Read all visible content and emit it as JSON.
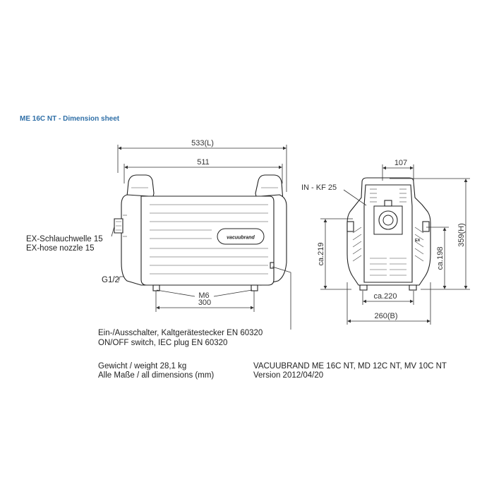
{
  "heading": "ME 16C NT - Dimension sheet",
  "dimensions": {
    "overall_length": "533(L)",
    "body_length": "511",
    "foot_thread": "M6",
    "foot_spacing": "300",
    "front_width": "107",
    "inlet_height": "ca.219",
    "switch_height": "ca.198",
    "overall_height": "359(H)",
    "foot_width": "ca.220",
    "overall_width": "260(B)"
  },
  "labels": {
    "inlet": "IN - KF 25",
    "exhaust_de": "EX-Schlauchwelle 15",
    "exhaust_en": "EX-hose nozzle 15",
    "gas_ballast": "G1/2",
    "switch_de": "Ein-/Ausschalter, Kaltgerätestecker EN 60320",
    "switch_en": "ON/OFF switch, IEC plug EN 60320",
    "weight": "Gewicht / weight 28,1 kg",
    "all_dims": "Alle Maße / all dimensions (mm)",
    "models": "VACUUBRAND ME 16C NT, MD 12C NT, MV 10C NT",
    "version": "Version 2012/04/20",
    "brand": "vacuubrand",
    "ex_mark": "EX"
  }
}
